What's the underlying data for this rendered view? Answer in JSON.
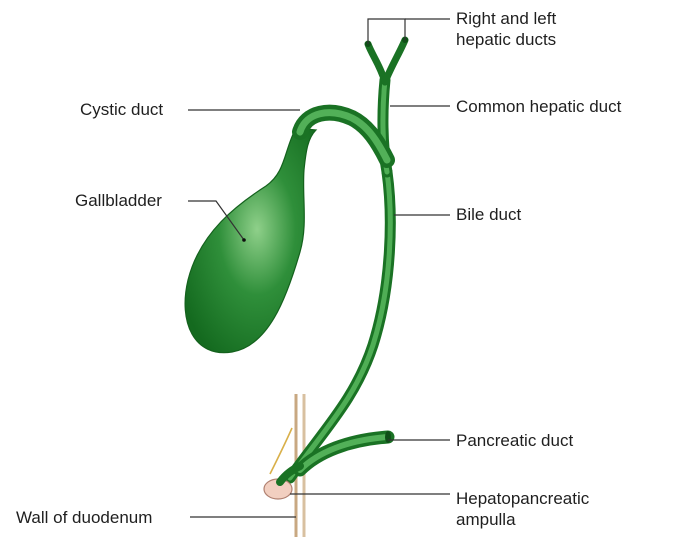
{
  "labels": {
    "hepatic_ducts": [
      "Right and left",
      "hepatic ducts"
    ],
    "cystic_duct": "Cystic duct",
    "common_hepatic_duct": "Common hepatic duct",
    "gallbladder": "Gallbladder",
    "bile_duct": "Bile duct",
    "pancreatic_duct": "Pancreatic duct",
    "ampulla": [
      "Hepatopancreatic",
      "ampulla"
    ],
    "duodenum_wall": "Wall of duodenum"
  },
  "colors": {
    "duct_green": "#2c8a36",
    "duct_dark": "#146a1f",
    "duct_light": "#8fd08a",
    "leader_line": "#333333",
    "duodenum_wall": "#c8a882",
    "ampulla_fill": "#f2cfc0"
  }
}
